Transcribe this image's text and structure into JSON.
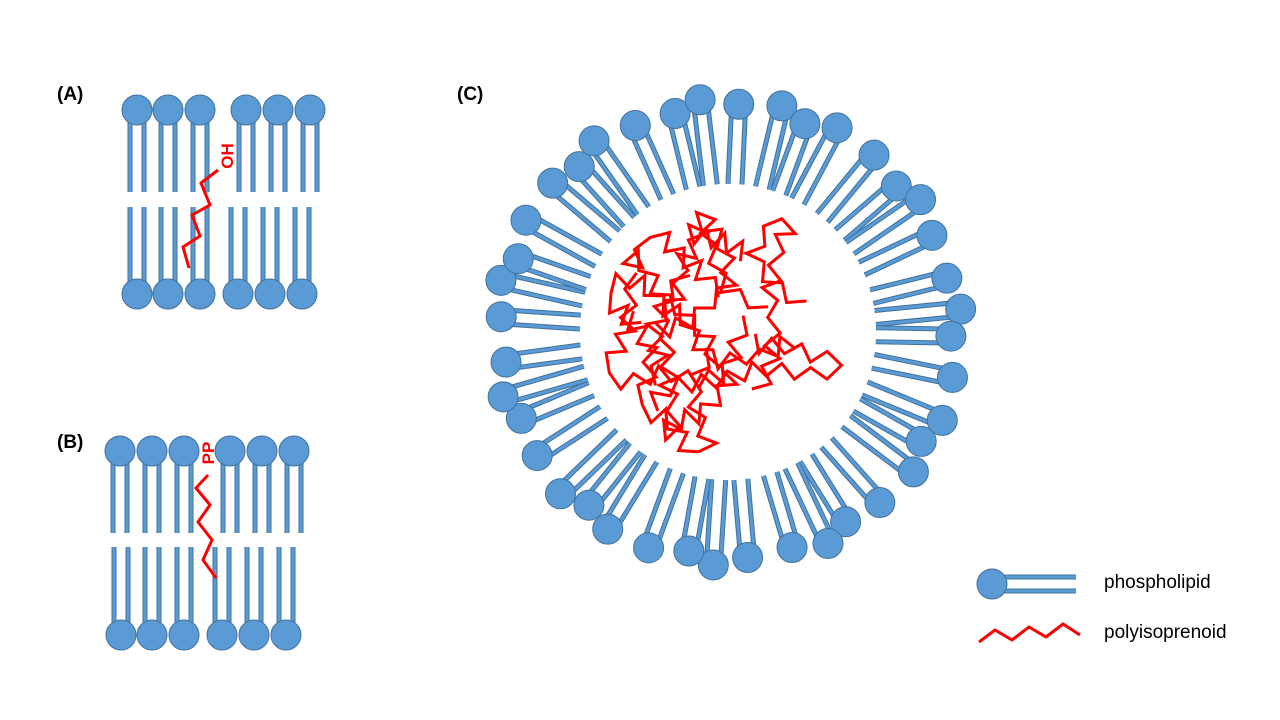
{
  "panels": {
    "a_label": "(A)",
    "b_label": "(B)",
    "c_label": "(C)",
    "a_group": "OH",
    "b_group": "PP"
  },
  "legend": {
    "phospholipid": "phospholipid",
    "polyisoprenoid": "polyisoprenoid"
  },
  "colors": {
    "lipid_head": "#5b9bd5",
    "lipid_stroke": "#41719c",
    "polyisoprenoid": "#ff0000"
  }
}
